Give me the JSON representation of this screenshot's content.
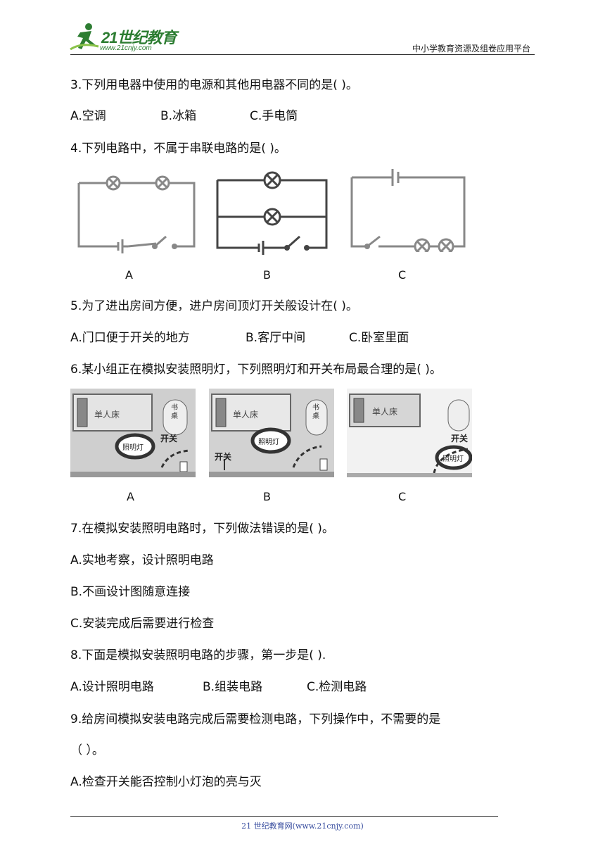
{
  "header": {
    "logo_text": "21世纪教育",
    "logo_url": "www.21cnjy.com",
    "right_text": "中小学教育资源及组卷应用平台"
  },
  "questions": {
    "q3": {
      "stem": "3.下列用电器中使用的电源和其他用电器不同的是(      )。",
      "a": "A.空调",
      "b": "B.冰箱",
      "c": "C.手电筒"
    },
    "q4": {
      "stem": "4.下列电路中，不属于串联电路的是(        )。",
      "labels": [
        "A",
        "B",
        "C"
      ]
    },
    "q5": {
      "stem": "5.为了进出房间方便，进户房间顶灯开关般设计在(      )。",
      "a": "A.门口便于开关的地方",
      "b": "B.客厅中间",
      "c": "C.卧室里面"
    },
    "q6": {
      "stem": "6.某小组正在模拟安装照明灯，下列照明灯和开关布局最合理的是(        )。",
      "labels": [
        "A",
        "B",
        "C"
      ],
      "photo_text": {
        "bed": "单人床",
        "desk": "书桌",
        "lamp": "照明灯",
        "switch": "开关"
      }
    },
    "q7": {
      "stem": "7.在模拟安装照明电路时，下列做法错误的是(      )。",
      "a": "A.实地考察，设计照明电路",
      "b": "B.不画设计图随意连接",
      "c": "C.安装完成后需要进行检查"
    },
    "q8": {
      "stem": "8.下面是模拟安装照明电路的步骤，第一步是(      ).",
      "a": "A.设计照明电路",
      "b": "B.组装电路",
      "c": "C.检测电路"
    },
    "q9": {
      "stem": "9.给房间模拟安装电路完成后需要检测电路，下列操作中，不需要的是",
      "stem2": "（       ）。",
      "a": "A.检查开关能否控制小灯泡的亮与灭"
    }
  },
  "footer": {
    "text": "21 世纪教育网(www.21cnjy.com)"
  }
}
